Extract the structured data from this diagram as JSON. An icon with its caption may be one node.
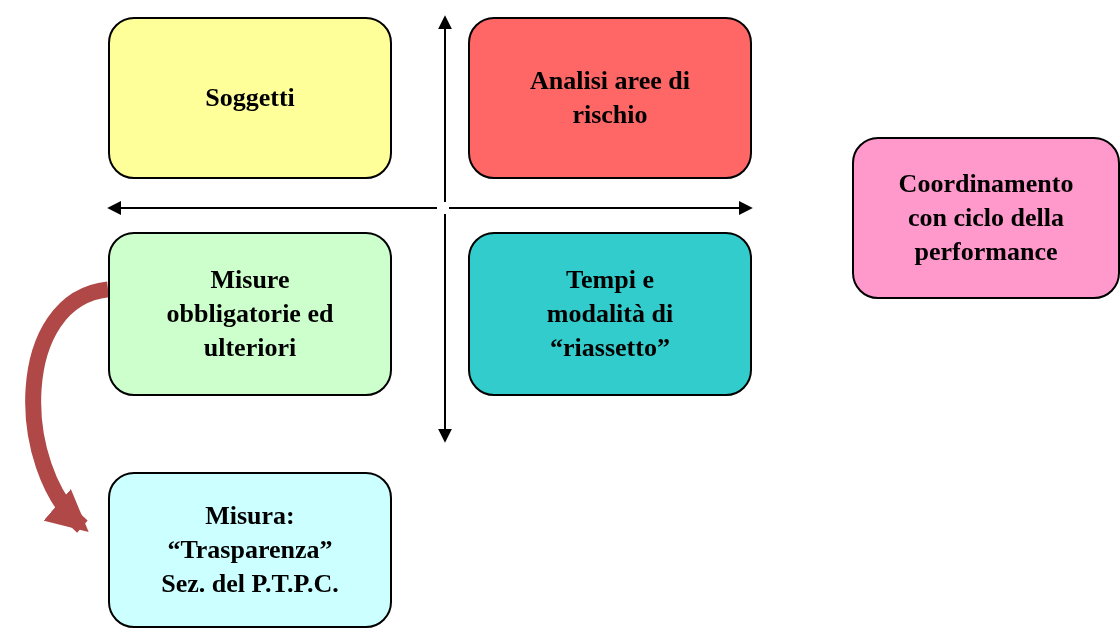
{
  "diagram": {
    "nodes": [
      {
        "text": [
          "Soggetti"
        ]
      },
      {
        "text": [
          "Analisi aree di rischio"
        ]
      },
      {
        "text": [
          "Coordinamento con ciclo della performance"
        ]
      },
      {
        "text": [
          "Misure obbligatorie ed ulteriori"
        ]
      },
      {
        "text": [
          "Tempi e modalità di “riassetto”"
        ]
      },
      {
        "text": [
          "Misura: “Trasparenza” Sez. del P.T.P.C."
        ]
      }
    ],
    "edges": [
      {
        "from": 3,
        "to": 5,
        "arrow": "to",
        "color": "#b04848"
      }
    ]
  }
}
